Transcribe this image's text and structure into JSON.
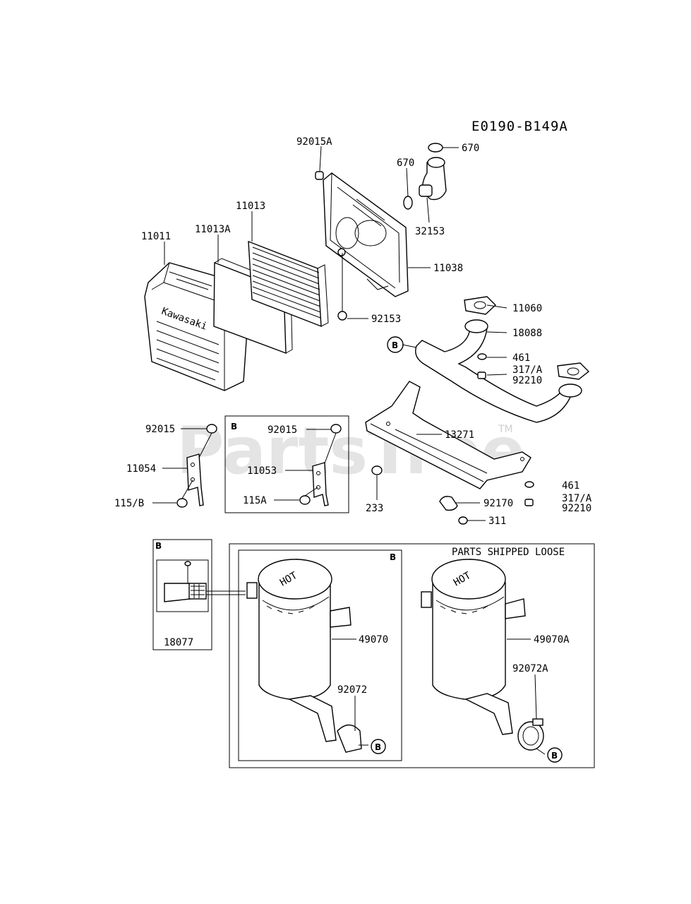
{
  "diagram_code": "E0190-B149A",
  "watermark": {
    "text": "PartsTree",
    "tm": "TM"
  },
  "kawasaki_logo": "Kawasaki",
  "hot_label": "HOT",
  "section_box_letter": "B",
  "parts_shipped_loose_title": "PARTS SHIPPED LOOSE",
  "callout_b": "B",
  "labels": {
    "p92015A": "92015A",
    "p670_top": "670",
    "p670_left": "670",
    "p32153": "32153",
    "p11013": "11013",
    "p11013A": "11013A",
    "p11011": "11011",
    "p11038": "11038",
    "p92153": "92153",
    "p11060": "11060",
    "p18088": "18088",
    "p461_a": "461",
    "p317A_a": "317/A",
    "p92210_a": "92210",
    "p92015_left": "92015",
    "p11054": "11054",
    "p115B": "115/B",
    "p92015_box": "92015",
    "p11053": "11053",
    "p115A": "115A",
    "p13271": "13271",
    "p233": "233",
    "p92170": "92170",
    "p311": "311",
    "p461_b": "461",
    "p317A_b": "317/A",
    "p92210_b": "92210",
    "p18077": "18077",
    "p49070": "49070",
    "p92072": "92072",
    "p49070A": "49070A",
    "p92072A": "92072A"
  }
}
